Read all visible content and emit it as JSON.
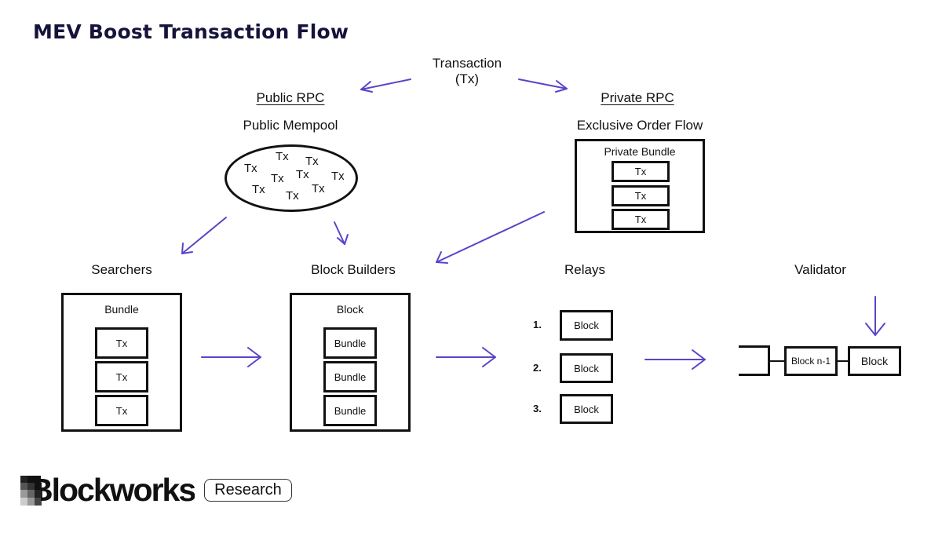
{
  "title": "MEV Boost Transaction Flow",
  "colors": {
    "arrow": "#5b43c9",
    "title": "#15133a",
    "stroke": "#111111"
  },
  "transaction": {
    "line1": "Transaction",
    "line2": "(Tx)"
  },
  "public": {
    "rpc_label": "Public RPC",
    "mempool_label": "Public Mempool",
    "mempool_items": [
      "Tx",
      "Tx",
      "Tx",
      "Tx",
      "Tx",
      "Tx",
      "Tx",
      "Tx",
      "Tx"
    ]
  },
  "private": {
    "rpc_label": "Private RPC",
    "flow_label": "Exclusive Order Flow",
    "bundle_title": "Private Bundle",
    "items": [
      "Tx",
      "Tx",
      "Tx"
    ]
  },
  "searchers": {
    "label": "Searchers",
    "box_title": "Bundle",
    "items": [
      "Tx",
      "Tx",
      "Tx"
    ]
  },
  "builders": {
    "label": "Block Builders",
    "box_title": "Block",
    "items": [
      "Bundle",
      "Bundle",
      "Bundle"
    ]
  },
  "relays": {
    "label": "Relays",
    "items": [
      {
        "num": "1.",
        "text": "Block"
      },
      {
        "num": "2.",
        "text": "Block"
      },
      {
        "num": "3.",
        "text": "Block"
      }
    ]
  },
  "validator": {
    "label": "Validator",
    "chain": [
      "Block n-1",
      "Block"
    ]
  },
  "footer": {
    "brand": "Blockworks",
    "badge": "Research"
  }
}
